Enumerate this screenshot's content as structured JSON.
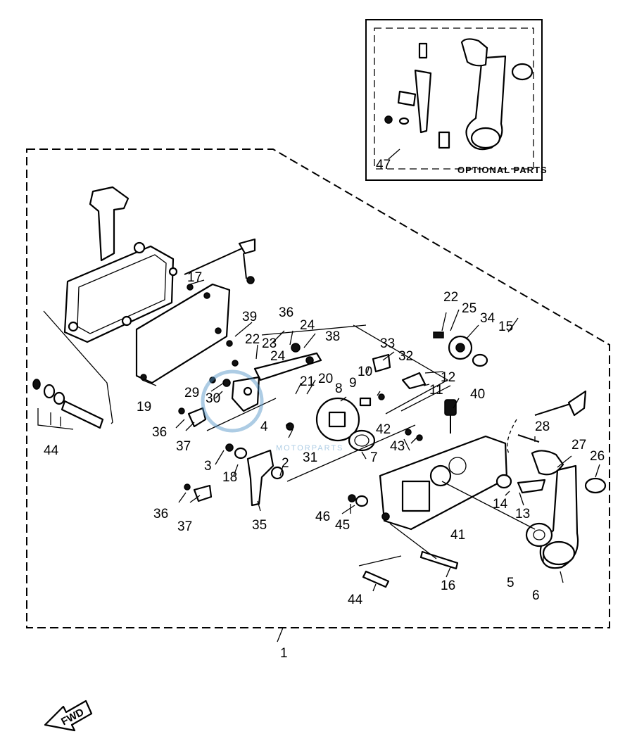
{
  "optional_box_label": "OPTIONAL PARTS",
  "direction_label": "FWD",
  "watermark": "MOTORPARTS",
  "callouts": {
    "c1": "1",
    "c2": "2",
    "c3": "3",
    "c4": "4",
    "c5": "5",
    "c6": "6",
    "c7": "7",
    "c8": "8",
    "c9": "9",
    "c10": "10",
    "c11": "11",
    "c12": "12",
    "c13": "13",
    "c14": "14",
    "c15": "15",
    "c16": "16",
    "c17": "17",
    "c18": "18",
    "c19": "19",
    "c20": "20",
    "c21": "21",
    "c22a": "22",
    "c22b": "22",
    "c23": "23",
    "c24a": "24",
    "c24b": "24",
    "c25": "25",
    "c26": "26",
    "c27": "27",
    "c28": "28",
    "c29": "29",
    "c30": "30",
    "c31": "31",
    "c32": "32",
    "c33": "33",
    "c34": "34",
    "c35": "35",
    "c36a": "36",
    "c36b": "36",
    "c36c": "36",
    "c37a": "37",
    "c37b": "37",
    "c38": "38",
    "c39": "39",
    "c40": "40",
    "c41": "41",
    "c42": "42",
    "c43": "43",
    "c44a": "44",
    "c44b": "44",
    "c45": "45",
    "c46": "46",
    "c47": "47"
  }
}
